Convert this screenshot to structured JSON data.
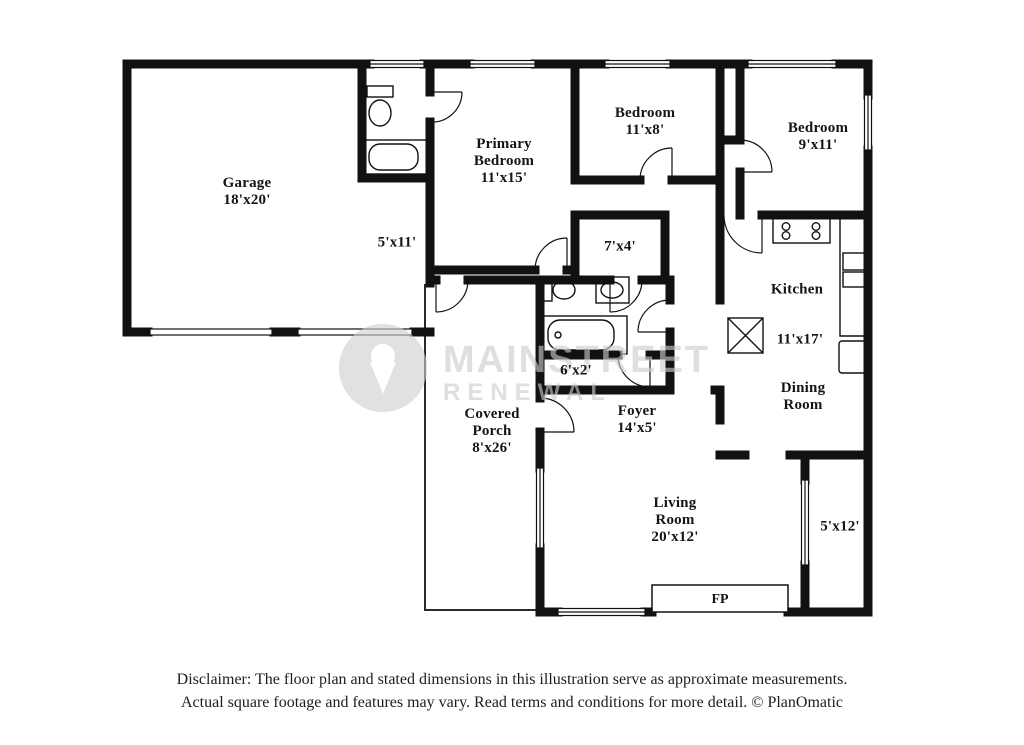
{
  "watermark": {
    "line1": "MAINSTREET",
    "line2": "RENEWAL"
  },
  "rooms": {
    "garage": {
      "name": "Garage",
      "dims": "18'x20'"
    },
    "primary_bedroom": {
      "name": "Primary Bedroom",
      "dims": "11'x15'"
    },
    "bedroom_2": {
      "name": "Bedroom",
      "dims": "11'x8'"
    },
    "bedroom_3": {
      "name": "Bedroom",
      "dims": "9'x11'"
    },
    "hall_a": {
      "dims": "5'x11'"
    },
    "hall_b": {
      "dims": "7'x4'"
    },
    "kitchen": {
      "name": "Kitchen",
      "dims": "11'x17'"
    },
    "dining_room": {
      "name": "Dining Room"
    },
    "closet": {
      "dims": "6'x2'"
    },
    "covered_porch": {
      "name": "Covered Porch",
      "dims": "8'x26'"
    },
    "foyer": {
      "name": "Foyer",
      "dims": "14'x5'"
    },
    "living_room": {
      "name": "Living Room",
      "dims": "20'x12'"
    },
    "flex_room": {
      "dims": "5'x12'"
    },
    "fireplace": {
      "label": "FP"
    }
  },
  "disclaimer": {
    "line1": "Disclaimer: The floor plan and stated dimensions in this illustration serve as approximate measurements.",
    "line2": "Actual square footage and features may vary. Read terms and conditions for more detail. © PlanOmatic"
  }
}
